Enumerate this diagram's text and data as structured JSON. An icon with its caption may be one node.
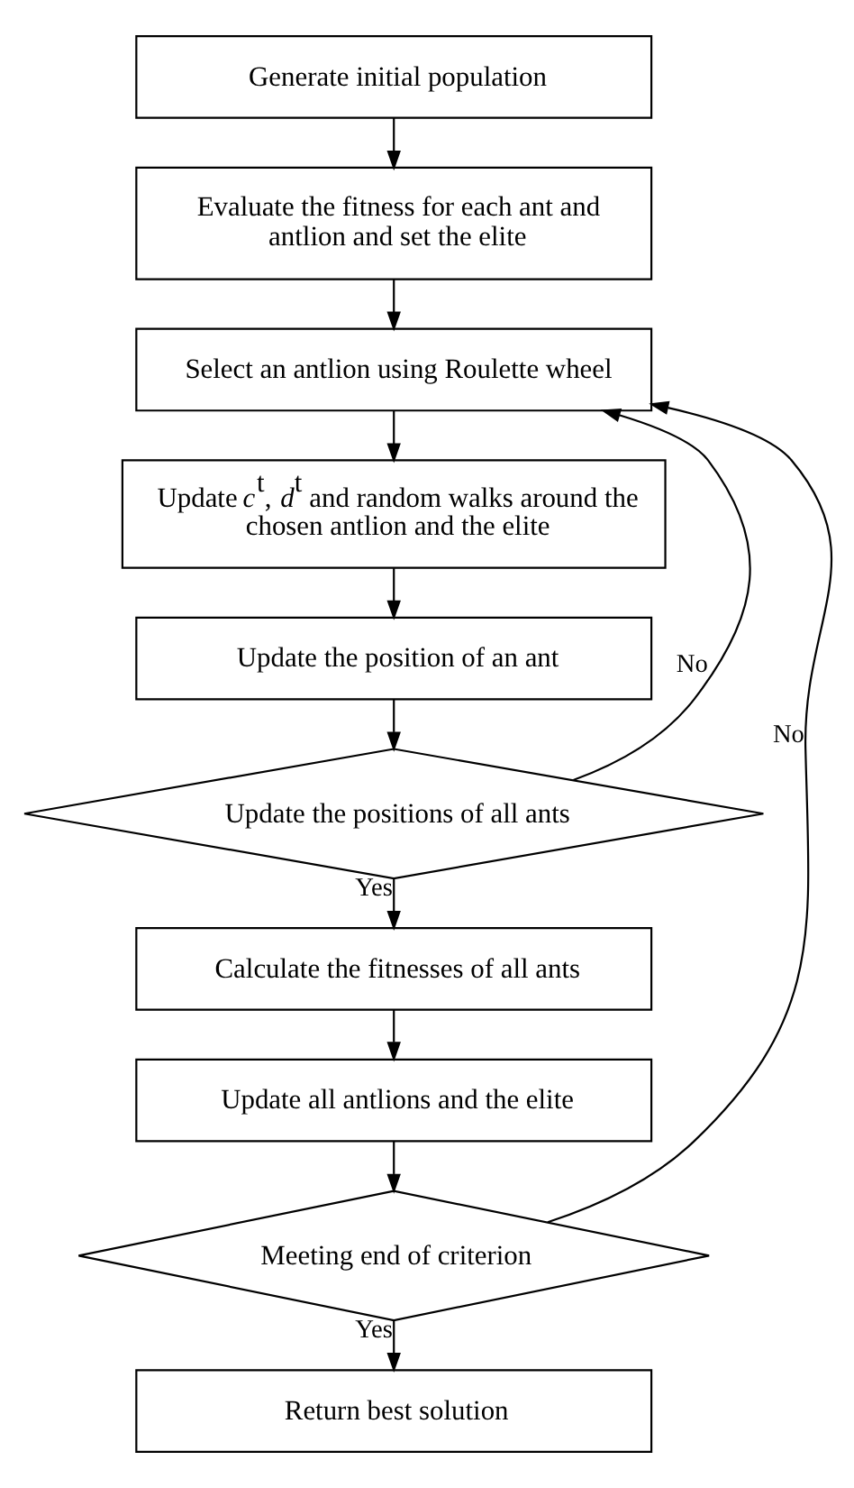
{
  "diagram": {
    "nodes": [
      {
        "text": [
          "Generate initial population"
        ]
      },
      {
        "text": [
          "Evaluate the fitness for each ant and antlion and set the elite"
        ]
      },
      {
        "text": [
          "Select an antlion using Roulette wheel"
        ]
      },
      {
        "text": [
          "Update *c*$^{t}$, *d*$^{t}$ and random walks around the chosen antlion and the elite"
        ]
      },
      {
        "text": [
          "Update the position of an ant"
        ]
      },
      {
        "text": [
          "Update the positions of all ants"
        ]
      },
      {
        "text": [
          "Calculate the fitnesses of all ants"
        ]
      },
      {
        "text": [
          "Update all antlions and the elite"
        ]
      },
      {
        "text": [
          "Meeting end of criterion"
        ]
      },
      {
        "text": [
          "Return best solution"
        ]
      }
    ],
    "edges": [
      {
        "from": 0,
        "to": 1,
        "arrow": "to"
      },
      {
        "from": 1,
        "to": 2,
        "arrow": "to"
      },
      {
        "from": 2,
        "to": 3,
        "arrow": "to"
      },
      {
        "from": 3,
        "to": 4,
        "arrow": "to"
      },
      {
        "from": 4,
        "to": 5,
        "arrow": "to"
      },
      {
        "from": 5,
        "to": 6,
        "arrow": "to",
        "label": "Yes"
      },
      {
        "from": 5,
        "to": 2,
        "arrow": "to",
        "label": "No"
      },
      {
        "from": 6,
        "to": 7,
        "arrow": "to"
      },
      {
        "from": 7,
        "to": 8,
        "arrow": "to"
      },
      {
        "from": 8,
        "to": 2,
        "arrow": "to",
        "label": "No"
      },
      {
        "from": 8,
        "to": 9,
        "arrow": "to",
        "label": "Yes"
      }
    ]
  }
}
